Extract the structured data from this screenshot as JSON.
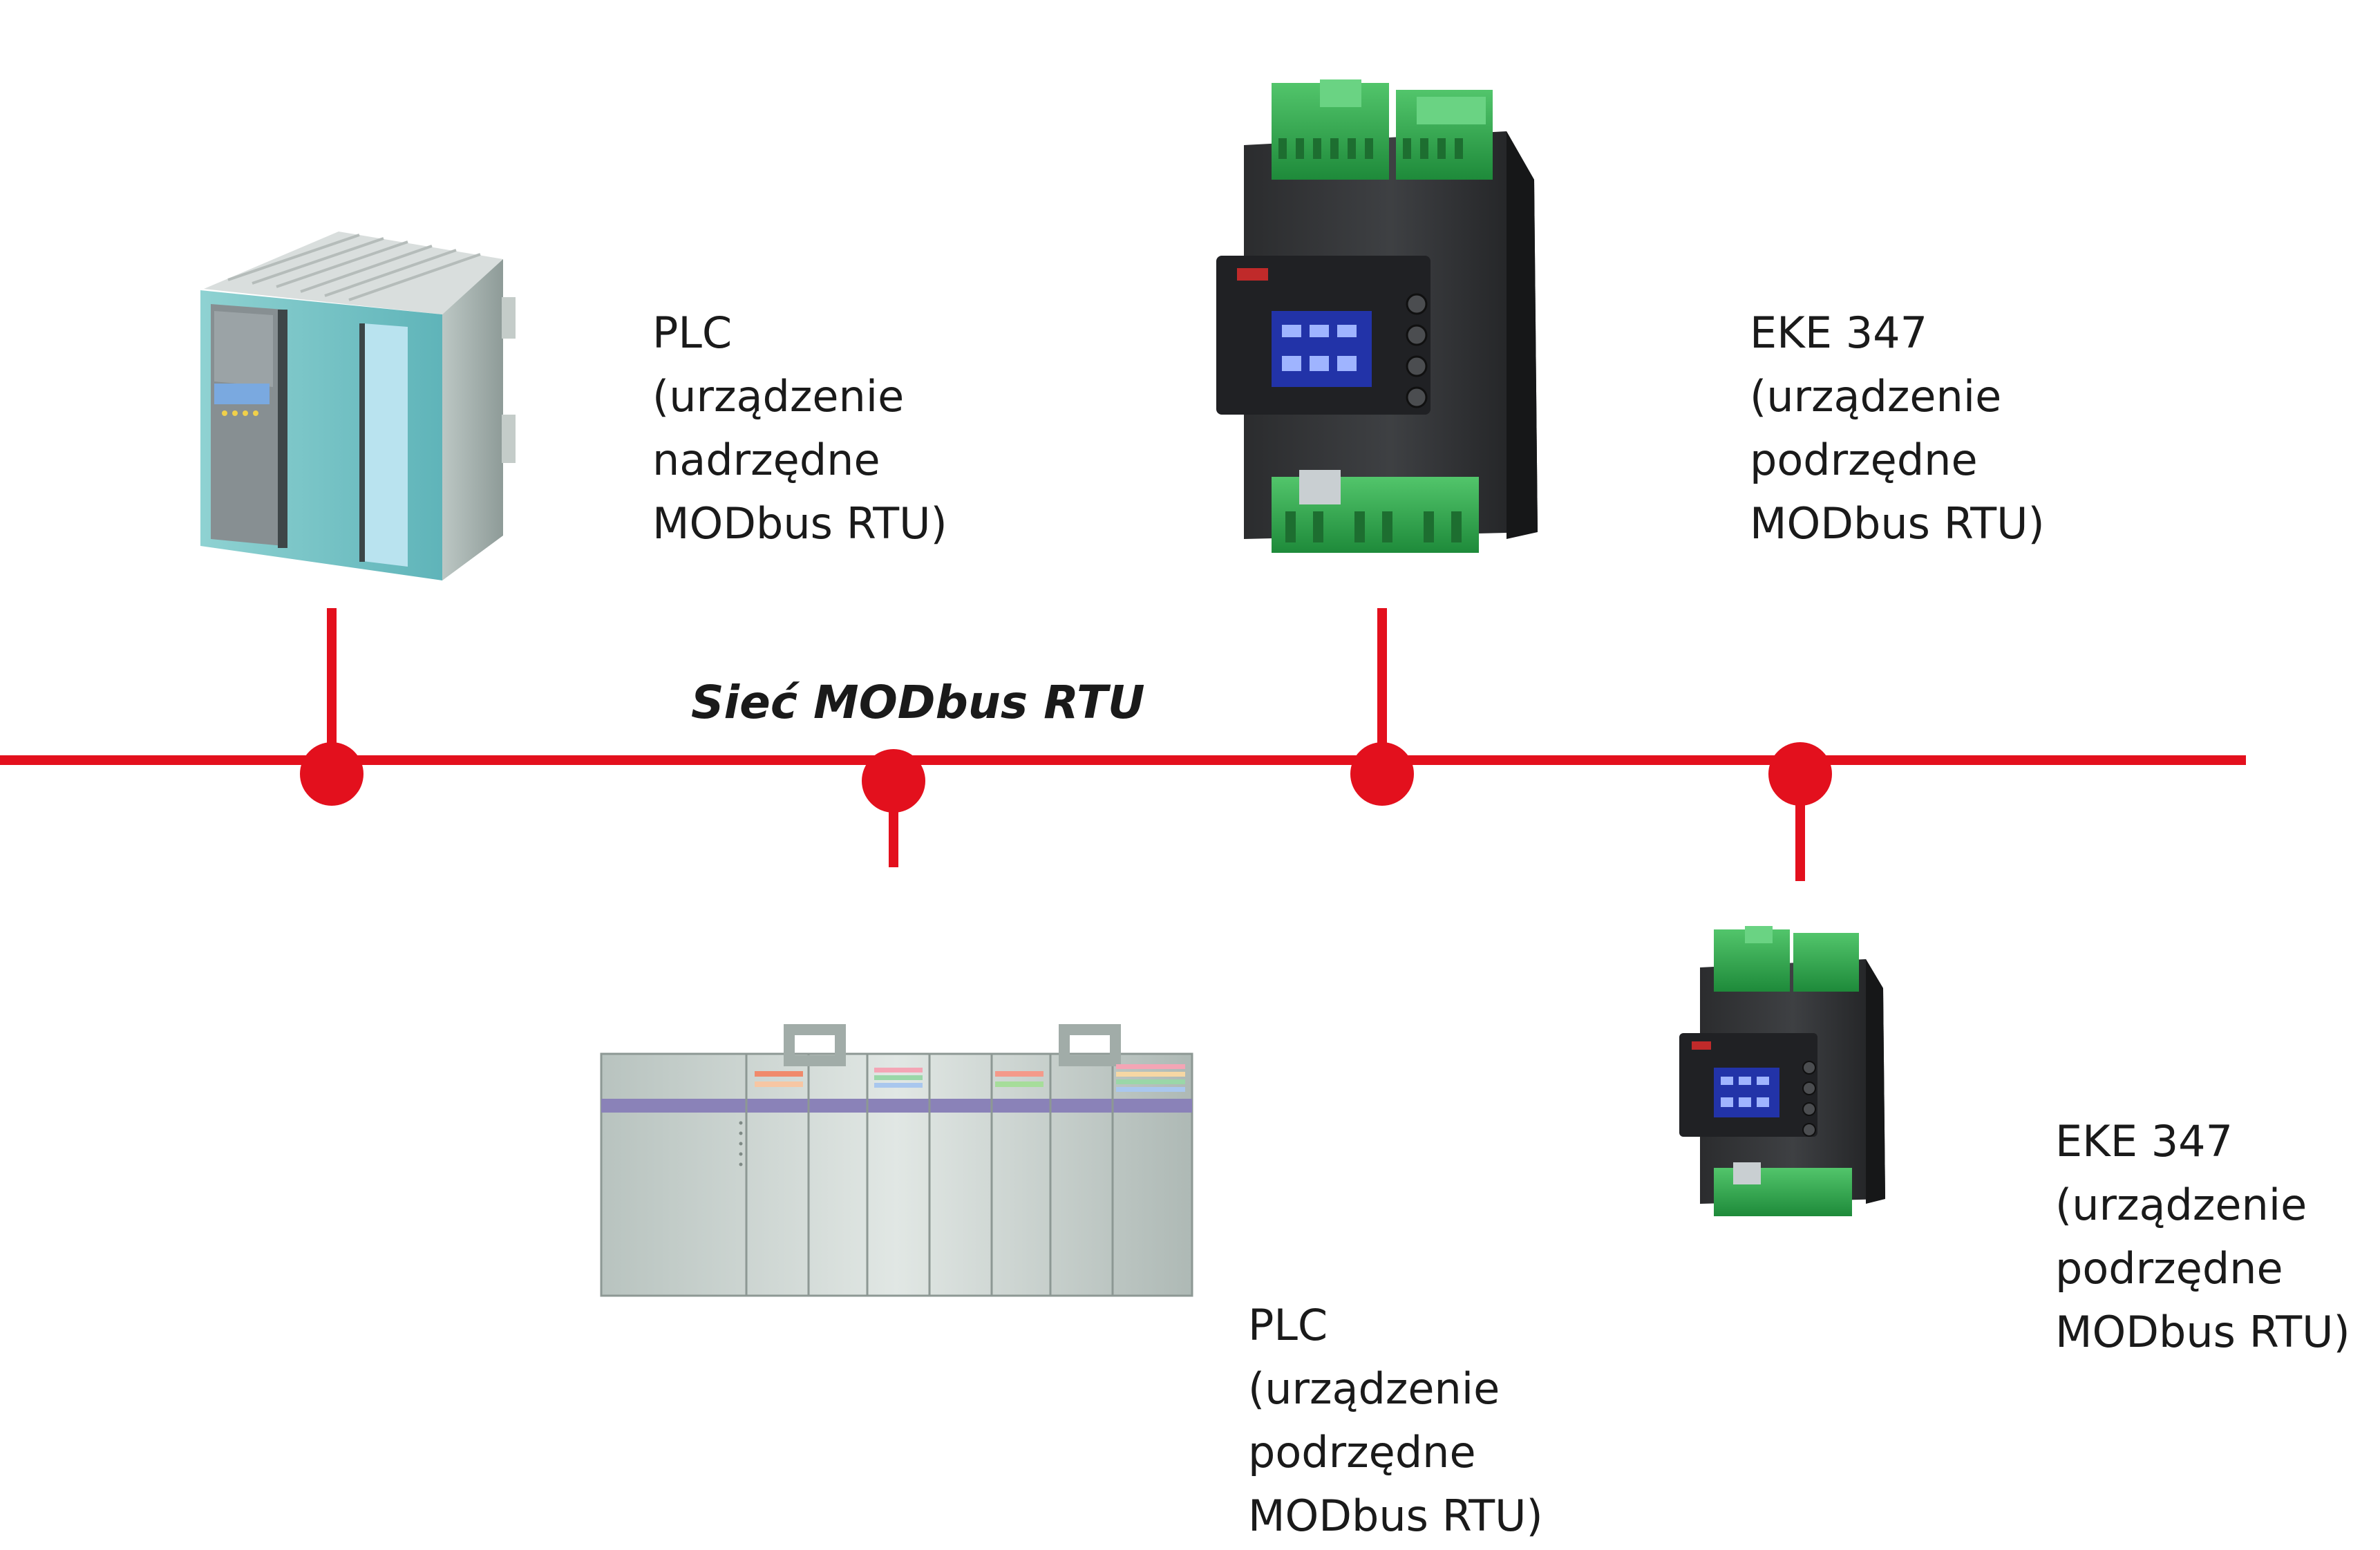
{
  "network": {
    "label": "Sieć MODbus RTU",
    "line_color": "#e3101d"
  },
  "devices": {
    "plc_master": {
      "icon": "plc-master-cabinet-icon",
      "lines": [
        "PLC",
        "(urządzenie",
        "nadrzędne",
        "MODbus RTU)"
      ]
    },
    "eke_top": {
      "icon": "eke-347-controller-icon",
      "lines": [
        "EKE 347",
        "(urządzenie",
        "podrzędne",
        "MODbus RTU)"
      ]
    },
    "plc_slave": {
      "icon": "plc-slave-rack-icon",
      "lines": [
        "PLC",
        "(urządzenie",
        "podrzędne",
        "MODbus RTU)"
      ]
    },
    "eke_bottom": {
      "icon": "eke-347-controller-icon",
      "lines": [
        "EKE 347",
        "(urządzenie",
        "podrzędne",
        "MODbus RTU)"
      ]
    }
  }
}
